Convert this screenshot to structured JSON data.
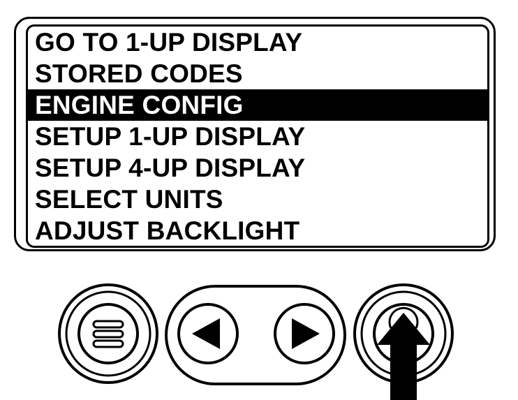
{
  "menu": {
    "items": [
      {
        "label": "GO TO 1-UP DISPLAY",
        "selected": false
      },
      {
        "label": "STORED CODES",
        "selected": false
      },
      {
        "label": "ENGINE CONFIG",
        "selected": true
      },
      {
        "label": "SETUP 1-UP DISPLAY",
        "selected": false
      },
      {
        "label": "SETUP 4-UP DISPLAY",
        "selected": false
      },
      {
        "label": "SELECT UNITS",
        "selected": false
      },
      {
        "label": "ADJUST BACKLIGHT",
        "selected": false
      }
    ]
  },
  "buttons": {
    "menu_icon": "menu-icon",
    "left_icon": "arrow-left-icon",
    "right_icon": "arrow-right-icon",
    "enter_icon": "enter-icon",
    "pointer_icon": "pointer-arrow-up-icon"
  },
  "colors": {
    "ink": "#000000",
    "paper": "#ffffff"
  }
}
